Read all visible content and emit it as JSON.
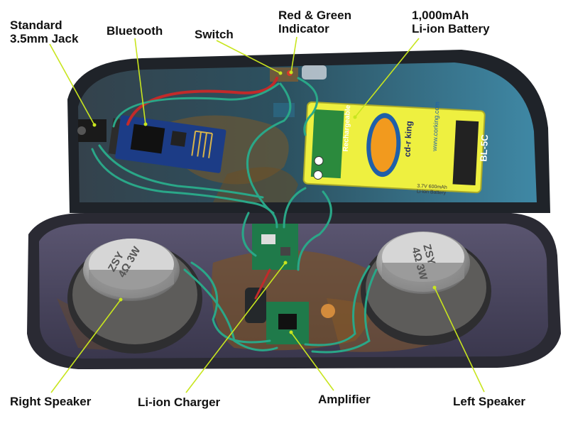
{
  "labels": {
    "jack": "Standard\n3.5mm Jack",
    "bluetooth": "Bluetooth",
    "switch": "Switch",
    "indicator": "Red & Green\nIndicator",
    "battery": "1,000mAh\nLi-ion Battery",
    "right_speaker": "Right Speaker",
    "charger": "Li-ion Charger",
    "amplifier": "Amplifier",
    "left_speaker": "Left Speaker"
  },
  "battery_print": {
    "brand": "cd-r king",
    "model": "BL-5C",
    "rechargeable": "Rechargeable",
    "web": "www.corking.com",
    "spec": "3.7V 600mAh\nLi-ion Battery"
  },
  "speaker_marks": {
    "right": "ZSY\n4Ω 3W",
    "left": "ZSY\n4Ω 3W"
  },
  "colors": {
    "leader_line": "#c8e51e",
    "case_dark": "#1f2329",
    "case_inner": "#3c7e9a",
    "case_purple": "#4c4862",
    "battery_yellow": "#eef040",
    "wire_green": "#2aa788",
    "pcb_blue": "#1c3c86",
    "pcb_green": "#1f7a4a"
  },
  "icons": [
    "bluetooth-antenna-trace",
    "speaker-magnet"
  ]
}
